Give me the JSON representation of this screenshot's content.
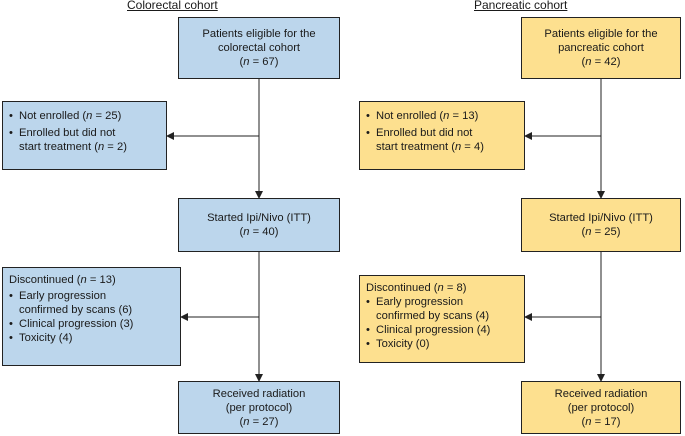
{
  "cohorts": [
    {
      "header": "Colorectal cohort",
      "eligible": {
        "line1": "Patients eligible for the",
        "line2": "colorectal cohort",
        "n": "67"
      },
      "excluded": {
        "item1": "Not enrolled (",
        "item1_n": "25",
        "item2a": "Enrolled but did not",
        "item2b": "start treatment (",
        "item2_n": "2"
      },
      "started": {
        "line1": "Started Ipi/Nivo (ITT)",
        "n": "40"
      },
      "discontinued": {
        "title": "Discontinued (",
        "title_n": "13",
        "item1a": "Early progression",
        "item1b": "confirmed by scans (6)",
        "item2": "Clinical progression (3)",
        "item3": "Toxicity (4)"
      },
      "radiation": {
        "line1": "Received radiation",
        "line2": "(per protocol)",
        "n": "27"
      }
    },
    {
      "header": "Pancreatic cohort",
      "eligible": {
        "line1": "Patients eligible for the",
        "line2": "pancreatic cohort",
        "n": "42"
      },
      "excluded": {
        "item1": "Not enrolled (",
        "item1_n": "13",
        "item2a": "Enrolled but did not",
        "item2b": "start treatment (",
        "item2_n": "4"
      },
      "started": {
        "line1": "Started Ipi/Nivo (ITT)",
        "n": "25"
      },
      "discontinued": {
        "title": "Discontinued (",
        "title_n": "8",
        "item1a": "Early progression",
        "item1b": "confirmed by scans (4)",
        "item2": "Clinical progression (4)",
        "item3": "Toxicity (0)"
      },
      "radiation": {
        "line1": "Received radiation",
        "line2": "(per protocol)",
        "n": "17"
      }
    }
  ],
  "symbols": {
    "n": "n",
    "eq": " = ",
    "close": ")",
    "open": "(",
    "bullet": "•"
  },
  "colors": {
    "colorectal_fill": "#bcd6ec",
    "pancreatic_fill": "#fde08f",
    "line": "#222222"
  }
}
